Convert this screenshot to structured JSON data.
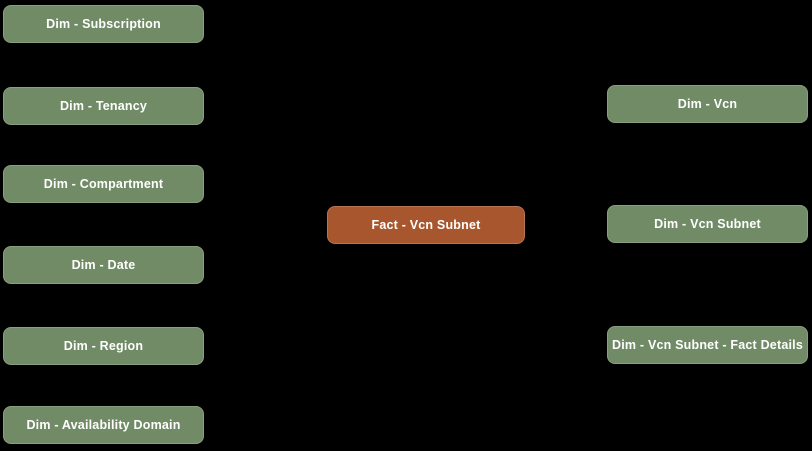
{
  "diagram": {
    "background_color": "#000000",
    "dimension_node_color": "#708b65",
    "fact_node_color": "#a8562d",
    "node_text_color": "#ffffff",
    "nodes": [
      {
        "id": "dim-subscription",
        "label": "Dim - Subscription",
        "type": "dimension"
      },
      {
        "id": "dim-tenancy",
        "label": "Dim - Tenancy",
        "type": "dimension"
      },
      {
        "id": "dim-compartment",
        "label": "Dim - Compartment",
        "type": "dimension"
      },
      {
        "id": "dim-date",
        "label": "Dim - Date",
        "type": "dimension"
      },
      {
        "id": "dim-region",
        "label": "Dim - Region",
        "type": "dimension"
      },
      {
        "id": "dim-availability-domain",
        "label": "Dim - Availability Domain",
        "type": "dimension"
      },
      {
        "id": "fact-vcn-subnet",
        "label": "Fact - Vcn Subnet",
        "type": "fact"
      },
      {
        "id": "dim-vcn",
        "label": "Dim - Vcn",
        "type": "dimension"
      },
      {
        "id": "dim-vcn-subnet",
        "label": "Dim - Vcn Subnet",
        "type": "dimension"
      },
      {
        "id": "dim-vcn-subnet-fact-details",
        "label": "Dim - Vcn Subnet - Fact Details",
        "type": "dimension"
      }
    ]
  }
}
